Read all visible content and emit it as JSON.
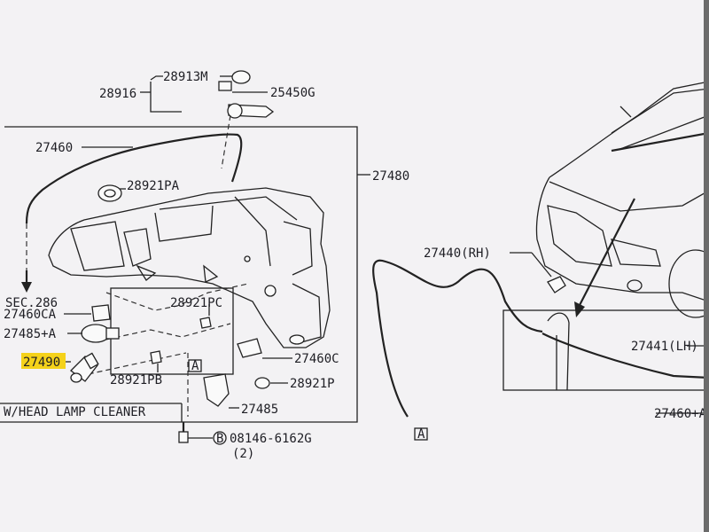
{
  "diagram": {
    "labels": {
      "p28913M": "28913M",
      "p28916": "28916",
      "p25450G": "25450G",
      "p27460": "27460",
      "p28921PA": "28921PA",
      "p27480": "27480",
      "sec286": "SEC.286",
      "p27460CA": "27460CA",
      "p27485A": "27485+A",
      "p27490": "27490",
      "p28921PC": "28921PC",
      "p28921PB": "28921PB",
      "p27460C": "27460C",
      "p28921P": "28921P",
      "p27485": "27485",
      "lamp_cleaner": "W/HEAD LAMP CLEANER",
      "bolt_B": "B",
      "bolt_part": "08146-6162G",
      "bolt_qty": "(2)",
      "p27440RH": "27440(RH)",
      "p27441LH": "27441(LH)",
      "p27460A": "27460+A",
      "ref_A1": "A",
      "ref_A2": "A"
    },
    "colors": {
      "line": "#222222",
      "highlight": "#f5d21a",
      "paper": "#f3f2f4"
    }
  }
}
